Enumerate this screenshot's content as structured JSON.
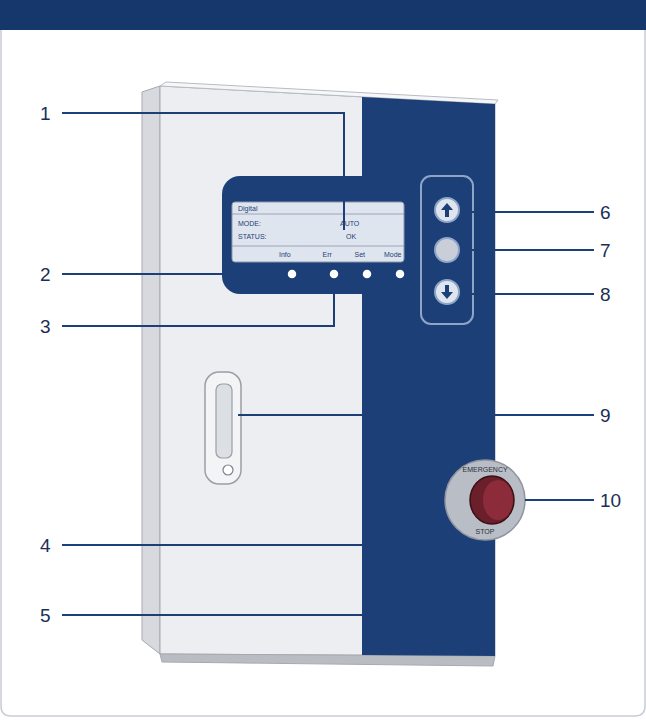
{
  "diagram": {
    "labels": [
      "1",
      "2",
      "3",
      "4",
      "5",
      "6",
      "7",
      "8",
      "9",
      "10",
      "Digital",
      "MODE:",
      "AUTO",
      "STATUS:",
      "OK",
      "Info",
      "Err",
      "Set",
      "Mode",
      "EMERGENCY",
      "STOP"
    ]
  }
}
